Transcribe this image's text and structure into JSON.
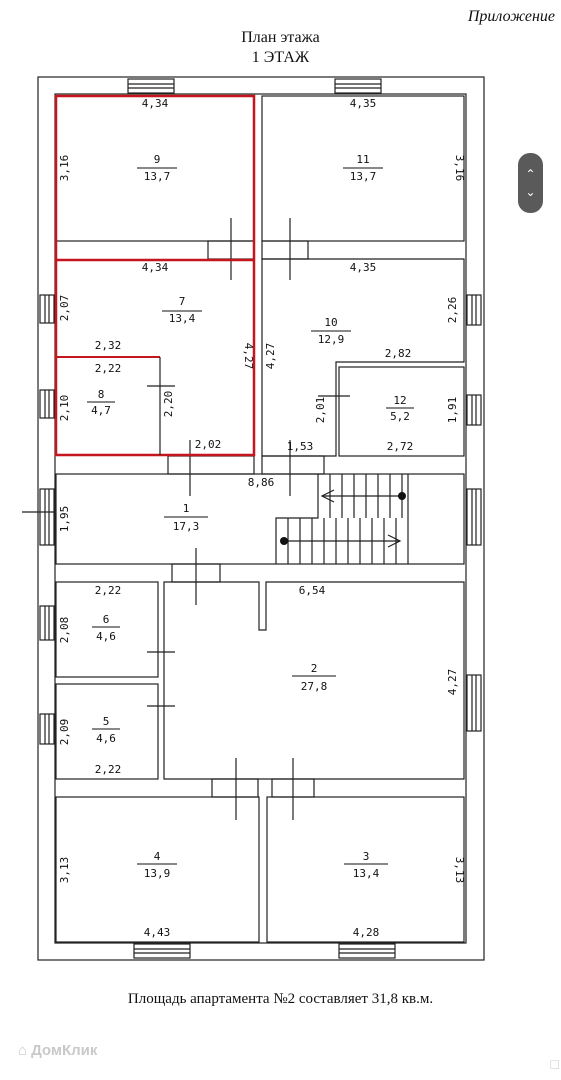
{
  "header": {
    "appendix": "Приложение",
    "plan_title": "План этажа",
    "floor": "1 ЭТАЖ"
  },
  "caption": "Площадь апартамента №2 составляет 31,8 кв.м.",
  "watermark": "ДомКлик",
  "colors": {
    "highlight": "#c4161c",
    "line": "#222222"
  },
  "icons": {
    "scroll_up": "chevron-up-icon",
    "scroll_down": "chevron-down-icon"
  },
  "rooms": [
    {
      "id": "room-9",
      "number": "9",
      "area": "13,7",
      "dims": [
        "4,34",
        "3,16"
      ]
    },
    {
      "id": "room-11",
      "number": "11",
      "area": "13,7",
      "dims": [
        "4,35",
        "3,16"
      ]
    },
    {
      "id": "room-7",
      "number": "7",
      "area": "13,4",
      "dims": [
        "4,34",
        "2,07",
        "2,32",
        "4,27"
      ]
    },
    {
      "id": "room-8",
      "number": "8",
      "area": "4,7",
      "dims": [
        "2,22",
        "2,10",
        "2,20",
        "2,02"
      ]
    },
    {
      "id": "room-10",
      "number": "10",
      "area": "12,9",
      "dims": [
        "4,35",
        "2,26",
        "4,27",
        "2,82",
        "2,01",
        "1,53"
      ]
    },
    {
      "id": "room-12",
      "number": "12",
      "area": "5,2",
      "dims": [
        "1,91",
        "2,72"
      ]
    },
    {
      "id": "room-1",
      "number": "1",
      "area": "17,3",
      "dims": [
        "8,86",
        "1,95"
      ]
    },
    {
      "id": "room-6",
      "number": "6",
      "area": "4,6",
      "dims": [
        "2,22",
        "2,08"
      ]
    },
    {
      "id": "room-5",
      "number": "5",
      "area": "4,6",
      "dims": [
        "2,09",
        "2,22"
      ]
    },
    {
      "id": "room-2",
      "number": "2",
      "area": "27,8",
      "dims": [
        "6,54",
        "4,27"
      ]
    },
    {
      "id": "room-4",
      "number": "4",
      "area": "13,9",
      "dims": [
        "3,13",
        "4,43"
      ]
    },
    {
      "id": "room-3",
      "number": "3",
      "area": "13,4",
      "dims": [
        "3,13",
        "4,28"
      ]
    }
  ]
}
